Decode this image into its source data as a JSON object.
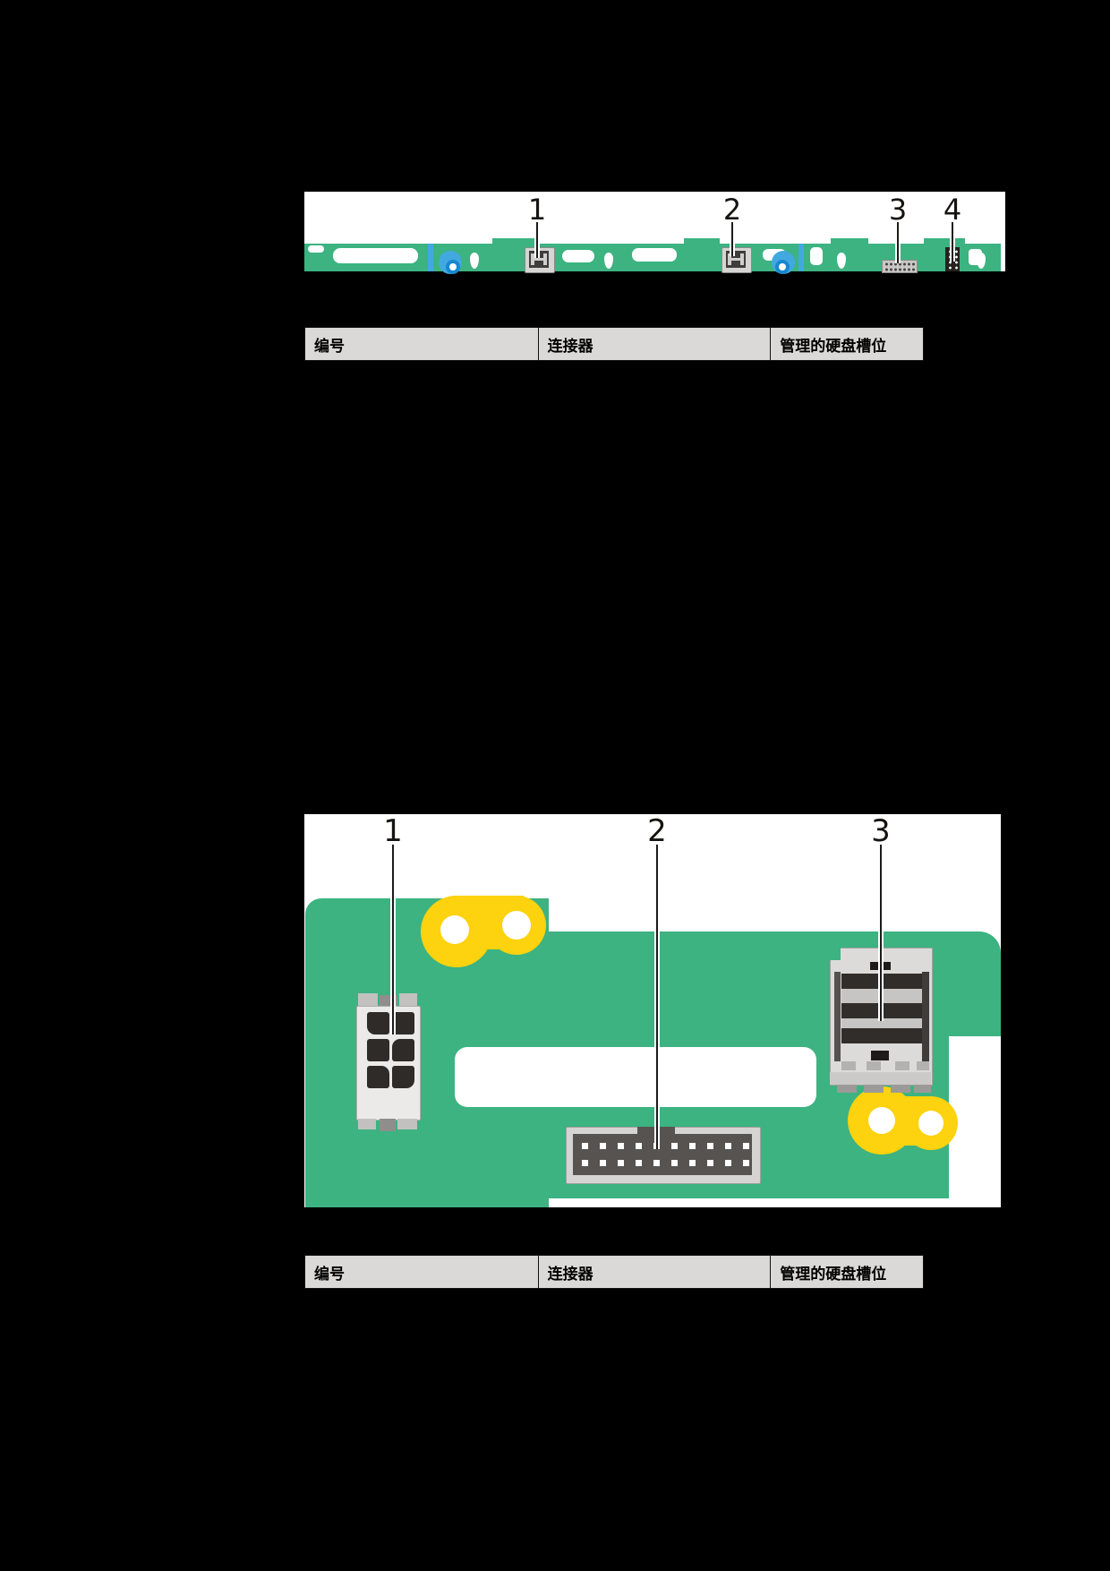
{
  "figure1": {
    "callouts": [
      {
        "label": "1"
      },
      {
        "label": "2"
      },
      {
        "label": "3"
      },
      {
        "label": "4"
      }
    ]
  },
  "table1": {
    "headers": [
      "编号",
      "连接器",
      "管理的硬盘槽位"
    ]
  },
  "figure2": {
    "callouts": [
      {
        "label": "1"
      },
      {
        "label": "2"
      },
      {
        "label": "3"
      }
    ]
  },
  "table2": {
    "headers": [
      "编号",
      "连接器",
      "管理的硬盘槽位"
    ]
  },
  "colors": {
    "page_bg": "#000000",
    "pcb_green": "#3cb381",
    "bracket_yellow": "#fdd20e",
    "clip_blue": "#42a9e0",
    "clip_blue_dark": "#1788cf",
    "table_header_bg": "#dad9d7"
  }
}
